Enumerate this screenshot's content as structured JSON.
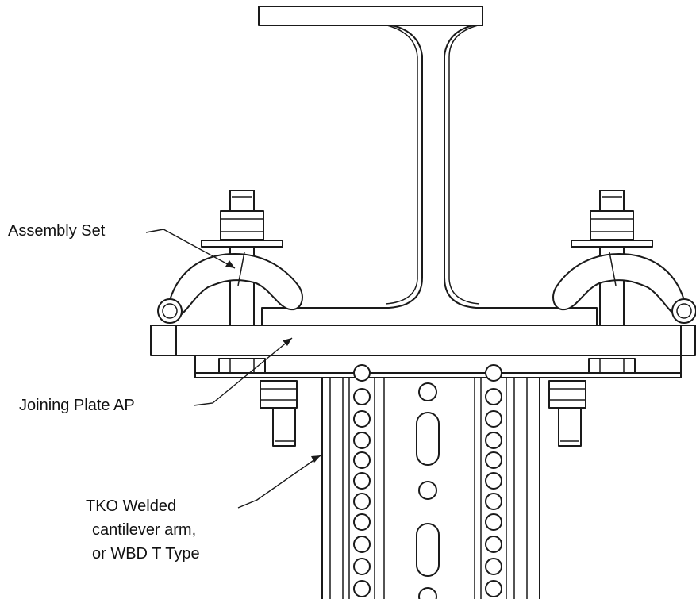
{
  "labels": {
    "assembly_set": "Assembly Set",
    "joining_plate": "Joining Plate AP",
    "cantilever_line1": "TKO Welded",
    "cantilever_line2": "cantilever arm,",
    "cantilever_line3": "or WBD T Type"
  }
}
